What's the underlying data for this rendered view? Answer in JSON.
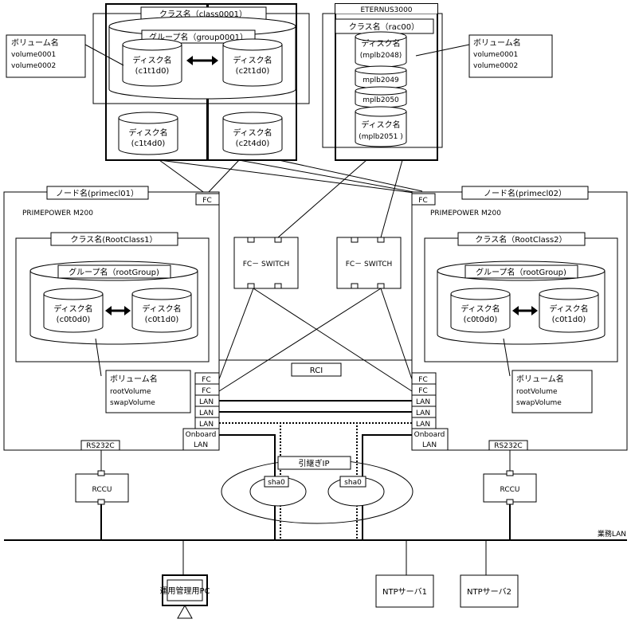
{
  "array": {
    "class_label": "クラス名（class0001）",
    "group_label": "グループ名（group0001）",
    "disk_label": "ディスク名",
    "disk_a": "(c1t1d0)",
    "disk_b": "(c2t1d0)",
    "disk_c": "(c1t4d0)",
    "disk_d": "(c2t4d0)",
    "volume_box": {
      "title": "ボリューム名",
      "items": [
        "volume0001",
        "volume0002"
      ]
    }
  },
  "eternus": {
    "title": "ETERNUS3000",
    "class_label": "クラス名（rac00）",
    "disk_label": "ディスク名",
    "disks": [
      "(mplb2048)",
      "mplb2049",
      "mplb2050",
      "(mplb2051 )"
    ],
    "volume_box": {
      "title": "ボリューム名",
      "items": [
        "volume0001",
        "volume0002"
      ]
    }
  },
  "node1": {
    "name_label": "ノード名(primecl01）",
    "model": "PRIMEPOWER M200",
    "fc_top": "FC",
    "class_label": "クラス名(RootClass1）",
    "group_label": "グループ名（rootGroup)",
    "disk_label": "ディスク名",
    "disk_a": "(c0t0d0)",
    "disk_b": "(c0t1d0)",
    "volume_box": {
      "title": "ボリューム名",
      "items": [
        "rootVolume",
        "swapVolume"
      ]
    },
    "ports": [
      "FC",
      "FC",
      "LAN",
      "LAN",
      "LAN"
    ],
    "onboard": [
      "Onboard",
      "LAN"
    ],
    "rs232c": "RS232C",
    "rccu": "RCCU"
  },
  "node2": {
    "name_label": "ノード名(primecl02）",
    "model": "PRIMEPOWER  M200",
    "fc_top": "FC",
    "class_label": "クラス名（RootClass2）",
    "group_label": "グループ名（rootGroup)",
    "disk_label": "ディスク名",
    "disk_a": "(c0t0d0)",
    "disk_b": "(c0t1d0)",
    "volume_box": {
      "title": "ボリューム名",
      "items": [
        "rootVolume",
        "swapVolume"
      ]
    },
    "ports": [
      "FC",
      "FC",
      "LAN",
      "LAN",
      "LAN"
    ],
    "onboard": [
      "Onboard",
      "LAN"
    ],
    "rs232c": "RS232C",
    "rccu": "RCCU"
  },
  "switch_label": "FC－ SWITCH",
  "rci_label": "RCI",
  "takeover_ip_label": "引継ぎIP",
  "sha_labels": [
    "sha0",
    "sha0"
  ],
  "lan_label": "業務LAN",
  "pc_label": "運用管理用PC",
  "ntp1_label": "NTPサーバ1",
  "ntp2_label": "NTPサーバ2"
}
